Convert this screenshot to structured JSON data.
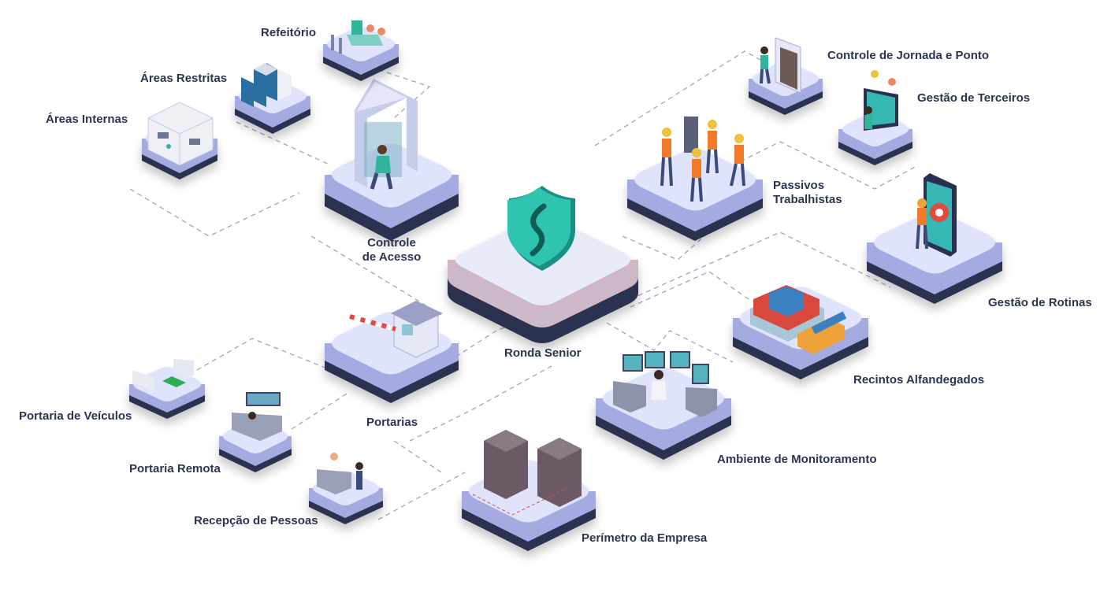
{
  "diagram": {
    "colors": {
      "platform_top": "#dfe3fb",
      "platform_side": "#a4abe0",
      "platform_base": "#2b3050",
      "center_top": "#e9ebfb",
      "center_side": "#cdb8c7",
      "connector": "#9ea4c4",
      "label_text": "#2b3550",
      "shield": "#2ec4b0",
      "shield_dark": "#1b8f83"
    },
    "center": {
      "label": "Ronda Senior",
      "icon": "shield-logo-icon"
    },
    "labels": {
      "controle_de_acesso": {
        "line1": "Controle",
        "line2": "de Acesso"
      },
      "refeitorio": "Refeitório",
      "areas_restritas": "Áreas Restritas",
      "areas_internas": "Áreas Internas",
      "portarias": "Portarias",
      "portaria_de_veiculos": "Portaria de Veículos",
      "portaria_remota": "Portaria Remota",
      "recepcao_de_pessoas": "Recepção de Pessoas",
      "perimetro_da_empresa": "Perímetro da Empresa",
      "ambiente_de_monitoramento": "Ambiente de Monitoramento",
      "recintos_alfandegados": "Recintos Alfandegados",
      "gestao_de_rotinas": "Gestão de Rotinas",
      "passivos_trabalhistas": {
        "line1": "Passivos",
        "line2": "Trabalhistas"
      },
      "controle_de_jornada_e_ponto": "Controle de Jornada e Ponto",
      "gestao_de_terceiros": "Gestão de Terceiros"
    },
    "illustrations": {
      "controle_de_acesso": "access-gate-icon",
      "refeitorio": "cafeteria-icon",
      "areas_restritas": "server-rack-icon",
      "areas_internas": "office-floor-icon",
      "portarias": "guard-booth-icon",
      "portaria_de_veiculos": "vehicle-gate-icon",
      "portaria_remota": "remote-desk-icon",
      "recepcao_de_pessoas": "reception-desk-icon",
      "perimetro_da_empresa": "buildings-icon",
      "ambiente_de_monitoramento": "monitoring-room-icon",
      "recintos_alfandegados": "container-ship-icon",
      "gestao_de_rotinas": "smartphone-pin-icon",
      "passivos_trabalhistas": "workers-icon",
      "controle_de_jornada_e_ponto": "time-clock-icon",
      "gestao_de_terceiros": "contractors-screen-icon"
    }
  }
}
